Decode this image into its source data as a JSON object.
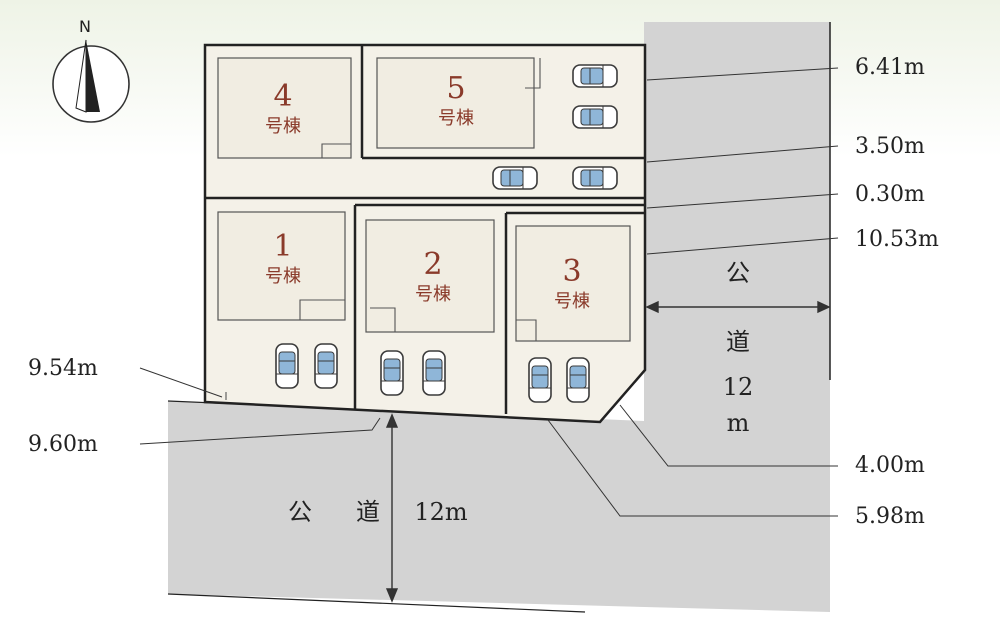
{
  "compass": {
    "label": "N"
  },
  "lots": [
    {
      "number": "1",
      "suffix": "号棟"
    },
    {
      "number": "2",
      "suffix": "号棟"
    },
    {
      "number": "3",
      "suffix": "号棟"
    },
    {
      "number": "4",
      "suffix": "号棟"
    },
    {
      "number": "5",
      "suffix": "号棟"
    }
  ],
  "dimensions": {
    "right_1": "6.41m",
    "right_2": "3.50m",
    "right_3": "0.30m",
    "right_4": "10.53m",
    "right_5": "4.00m",
    "right_6": "5.98m",
    "left_1": "9.54m",
    "left_2": "9.60m"
  },
  "roads": {
    "south": {
      "c1": "公",
      "c2": "道",
      "width": "12m"
    },
    "east": {
      "c1": "公",
      "c2": "道",
      "w1": "12",
      "w2": "m"
    }
  },
  "colors": {
    "road": "#d3d3d3",
    "land": "#f4f1e8",
    "building": "#f1ede2",
    "label": "#8a3a2a",
    "line": "#222222"
  }
}
